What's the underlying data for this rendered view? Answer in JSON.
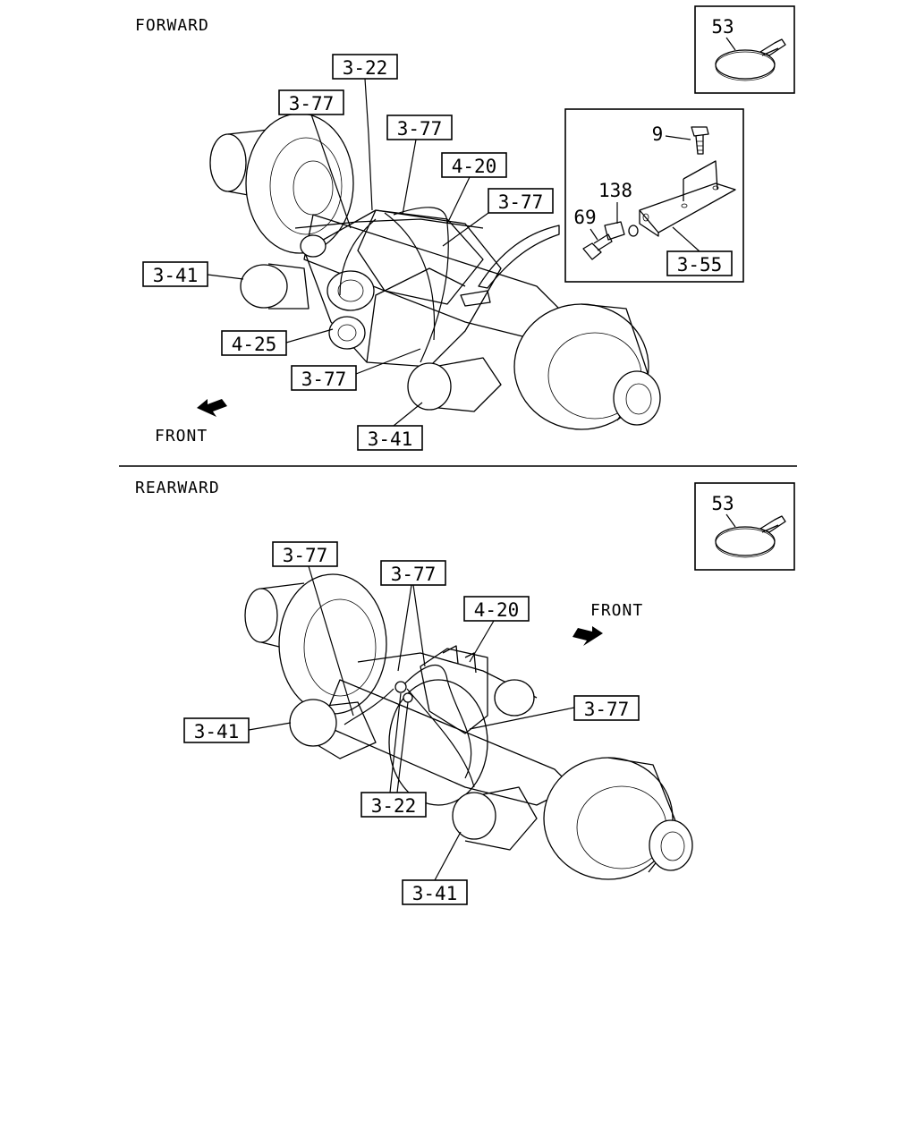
{
  "forward": {
    "title": "FORWARD",
    "front_label": "FRONT",
    "callouts": [
      "3-22",
      "3-77",
      "3-77",
      "4-20",
      "3-77",
      "3-41",
      "4-25",
      "3-77",
      "3-41"
    ],
    "detail_box": {
      "item": "53"
    },
    "bracket_box": {
      "bolt": "9",
      "clip": "138",
      "screw": "69",
      "bracket_ref": "3-55"
    }
  },
  "rearward": {
    "title": "REARWARD",
    "front_label": "FRONT",
    "callouts": [
      "3-77",
      "3-77",
      "4-20",
      "3-77",
      "3-41",
      "3-22",
      "3-41"
    ],
    "detail_box": {
      "item": "53"
    }
  },
  "icons": [
    "front-arrow-icon",
    "band-clamp-icon",
    "flange-bolt-icon",
    "hose-clip-icon",
    "bracket-icon"
  ]
}
